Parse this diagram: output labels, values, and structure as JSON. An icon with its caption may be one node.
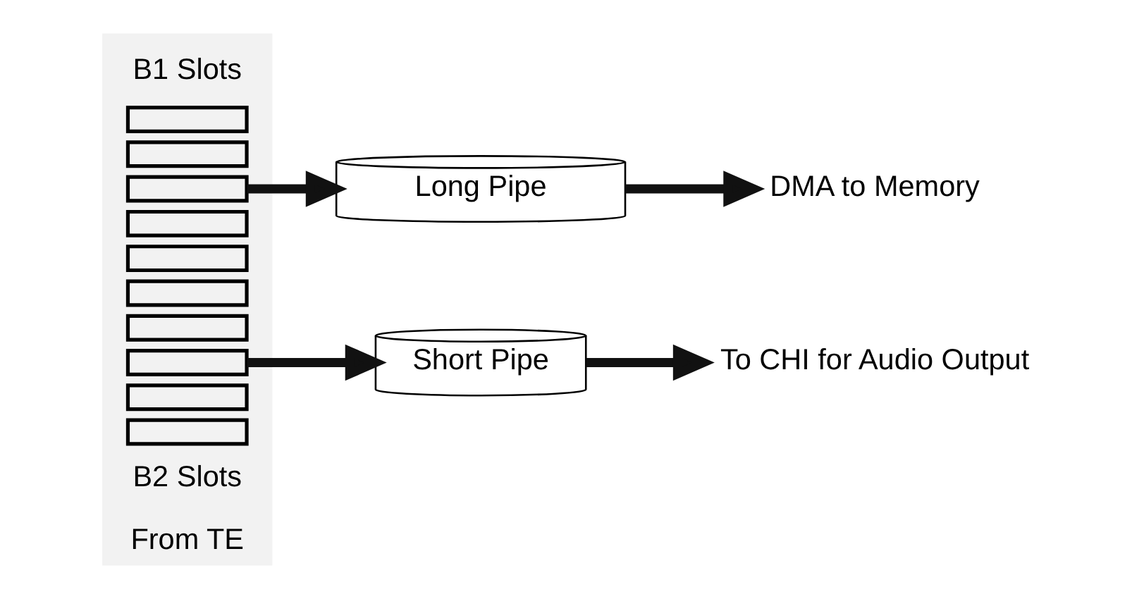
{
  "diagram": {
    "nodes": [
      {
        "text": [
          "From TE"
        ]
      },
      {
        "text": [],
        "shape": "box",
        "in": 0
      },
      {
        "text": [],
        "shape": "box",
        "in": 0
      },
      {
        "text": [],
        "shape": "box",
        "in": 0
      },
      {
        "text": [],
        "shape": "box",
        "in": 0
      },
      {
        "text": [],
        "shape": "box",
        "in": 0
      },
      {
        "text": [],
        "shape": "box",
        "in": 0
      },
      {
        "text": [],
        "shape": "box",
        "in": 0
      },
      {
        "text": [],
        "shape": "box",
        "in": 0
      },
      {
        "text": [],
        "shape": "box",
        "in": 0
      },
      {
        "text": [],
        "shape": "box",
        "in": 0
      },
      {
        "text": [
          "Long Pipe"
        ]
      },
      {
        "text": [
          "Short Pipe"
        ]
      },
      {
        "text": [
          "DMA to Memory"
        ]
      },
      {
        "text": [
          "To CHI for Audio Output"
        ]
      }
    ],
    "edges": [
      {
        "from": 3,
        "to": 11,
        "arrow": "to"
      },
      {
        "from": 11,
        "to": 13,
        "arrow": "to"
      },
      {
        "from": 8,
        "to": 12,
        "arrow": "to"
      },
      {
        "from": 12,
        "to": 14,
        "arrow": "to"
      }
    ],
    "labels": [
      "B1 Slots",
      "B2 Slots"
    ]
  }
}
